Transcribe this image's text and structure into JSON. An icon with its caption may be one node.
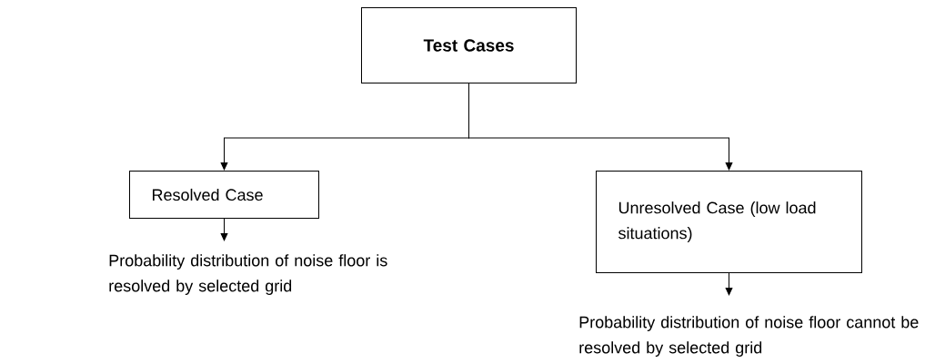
{
  "diagram": {
    "nodes": [
      {
        "text": [
          "**Test Cases**"
        ]
      },
      {
        "text": [
          "Resolved Case"
        ]
      },
      {
        "text": [
          "Unresolved Case (low load situations)"
        ]
      },
      {
        "text": [
          "Probability distribution of noise floor is resolved by selected grid"
        ]
      },
      {
        "text": [
          "Probability distribution of noise floor cannot be resolved by selected grid"
        ]
      }
    ],
    "edges": [
      {
        "from": 0,
        "to": 1,
        "arrow": "to"
      },
      {
        "from": 0,
        "to": 2,
        "arrow": "to"
      },
      {
        "from": 1,
        "to": 3,
        "arrow": "to"
      },
      {
        "from": 2,
        "to": 4,
        "arrow": "to"
      }
    ]
  }
}
